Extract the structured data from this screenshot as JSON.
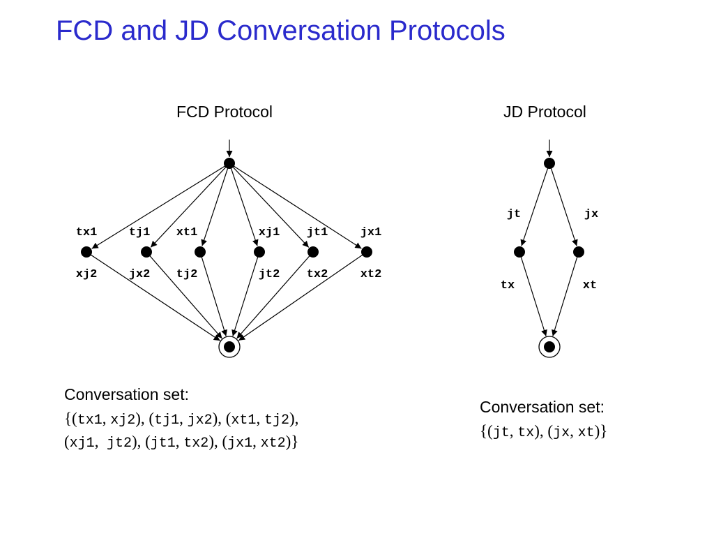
{
  "slide": {
    "title": "FCD and JD Conversation Protocols"
  },
  "fcd": {
    "title": "FCD Protocol",
    "branches": [
      {
        "first": "tx1",
        "second": "xj2"
      },
      {
        "first": "tj1",
        "second": "jx2"
      },
      {
        "first": "xt1",
        "second": "tj2"
      },
      {
        "first": "xj1",
        "second": "jt2"
      },
      {
        "first": "jt1",
        "second": "tx2"
      },
      {
        "first": "jx1",
        "second": "xt2"
      }
    ],
    "set_heading": "Conversation set:",
    "set_line1": [
      "{(",
      "tx1",
      ", ",
      "xj2",
      "), (",
      "tj1",
      ", ",
      "jx2",
      "), (",
      "xt1",
      ", ",
      "tj2",
      "),"
    ],
    "set_line2": [
      "(",
      "xj1",
      ",  ",
      "jt2",
      "), (",
      "jt1",
      ", ",
      "tx2",
      "), (",
      "jx1",
      ", ",
      "xt2",
      ")}"
    ]
  },
  "jd": {
    "title": "JD Protocol",
    "branches": [
      {
        "first": "jt",
        "second": "tx"
      },
      {
        "first": "jx",
        "second": "xt"
      }
    ],
    "set_heading": "Conversation set:",
    "set_line1": [
      "{(",
      "jt",
      ", ",
      "tx",
      "), (",
      "jx",
      ", ",
      "xt",
      ")}"
    ]
  }
}
